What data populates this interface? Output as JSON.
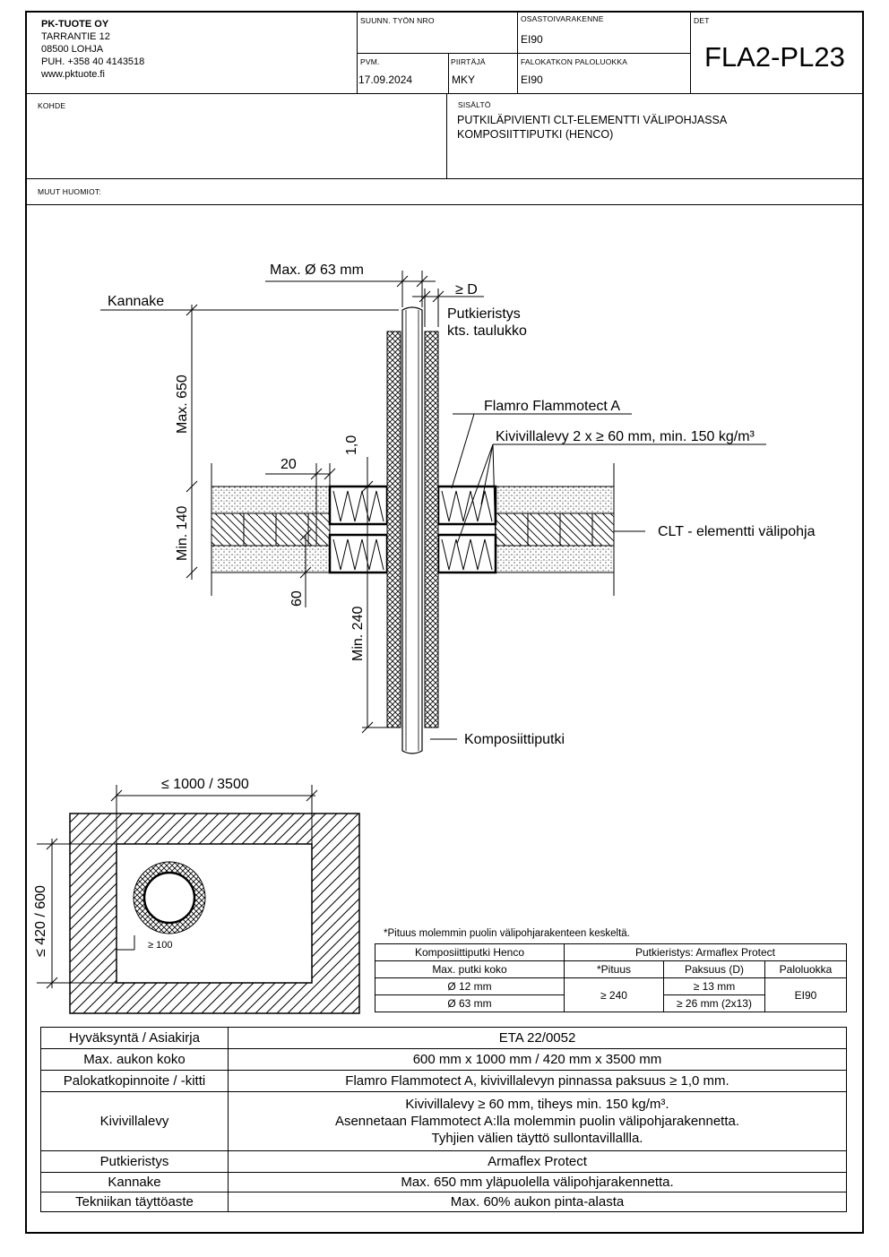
{
  "company": {
    "name": "PK-TUOTE OY",
    "street": "TARRANTIE 12",
    "city": "08500 LOHJA",
    "phone": "PUH. +358 40 4143518",
    "web": "www.pktuote.fi"
  },
  "header": {
    "work_no_label": "SUUNN. TYÖN NRO",
    "work_no_value": "",
    "structure_label": "OSASTOIVARAKENNE",
    "structure_value": "EI90",
    "det_label": "DET",
    "det_value": "FLA2-PL23",
    "date_label": "PVM.",
    "date_value": "17.09.2024",
    "drawer_label": "PIIRTÄJÄ",
    "drawer_value": "MKY",
    "fire_class_label": "FALOKATKON PALOLUOKKA",
    "fire_class_value": "EI90",
    "target_label": "KOHDE",
    "target_value": "",
    "content_label": "SISÄLTÖ",
    "content_line1": "PUTKILÄPIVIENTI CLT-ELEMENTTI VÄLIPOHJASSA",
    "content_line2": "KOMPOSIITTIPUTKI (HENCO)",
    "notes_label": "MUUT HUOMIOT:"
  },
  "section_drawing": {
    "max_diameter": "Max. Ø 63 mm",
    "ge_d": "≥ D",
    "hanger": "Kannake",
    "pipe_insulation_1": "Putkieristys",
    "pipe_insulation_2": "kts. taulukko",
    "max_650": "Max. 650",
    "coating": "Flamro Flammotect A",
    "mineral_wool": "Kivivillalevy 2 x ≥ 60 mm, min. 150 kg/m³",
    "dim_20": "20",
    "dim_1_0": "1,0",
    "min_140": "Min. 140",
    "clt": "CLT - elementti välipohja",
    "dim_60": "60",
    "min_240": "Min. 240",
    "composite_pipe": "Komposiittiputki"
  },
  "plan_drawing": {
    "width": "≤ 1000 / 3500",
    "height": "≤ 420 / 600",
    "gap": "≥ 100"
  },
  "small_table": {
    "note": "*Pituus molemmin puolin välipohjarakenteen keskeltä.",
    "h_pipe": "Komposiittiputki Henco",
    "h_insulation": "Putkieristys: Armaflex Protect",
    "c_max_size": "Max. putki koko",
    "c_length": "*Pituus",
    "c_thickness": "Paksuus (D)",
    "c_class": "Paloluokka",
    "r1_size": "Ø 12 mm",
    "r2_size": "Ø 63 mm",
    "length": "≥ 240",
    "r1_thick": "≥ 13 mm",
    "r2_thick": "≥ 26 mm (2x13)",
    "class": "EI90"
  },
  "main_table": [
    {
      "label": "Hyväksyntä / Asiakirja",
      "lines": [
        "ETA 22/0052"
      ]
    },
    {
      "label": "Max. aukon koko",
      "lines": [
        "600 mm x 1000 mm / 420 mm x 3500 mm"
      ]
    },
    {
      "label": "Palokatkopinnoite / -kitti",
      "lines": [
        "Flamro Flammotect A, kivivillalevyn pinnassa paksuus ≥ 1,0 mm."
      ]
    },
    {
      "label": "Kivivillalevy",
      "lines": [
        "Kivivillalevy ≥ 60 mm, tiheys min. 150 kg/m³.",
        "Asennetaan Flammotect A:lla molemmin puolin välipohjarakennetta.",
        "Tyhjien välien täyttö sullontavillallla."
      ]
    },
    {
      "label": "Putkieristys",
      "lines": [
        "Armaflex Protect"
      ]
    },
    {
      "label": "Kannake",
      "lines": [
        "Max. 650 mm yläpuolella välipohjarakennetta."
      ]
    },
    {
      "label": "Tekniikan täyttöaste",
      "lines": [
        "Max. 60% aukon pinta-alasta"
      ]
    }
  ]
}
